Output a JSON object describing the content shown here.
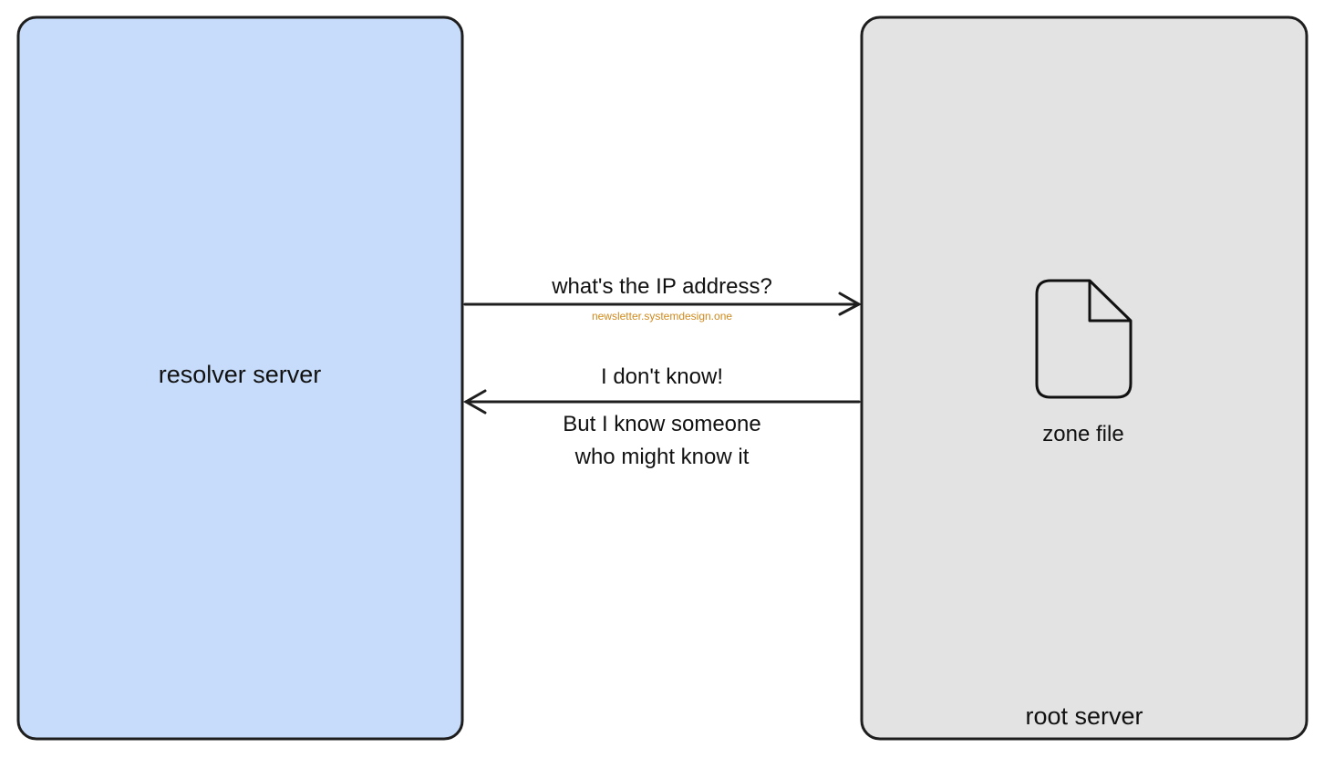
{
  "resolver": {
    "label": "resolver server",
    "fill": "#c7dcfa"
  },
  "root": {
    "label": "root server",
    "fill": "#e3e3e3"
  },
  "zone_file": {
    "label": "zone file",
    "icon": "file-icon"
  },
  "request": {
    "label": "what's the IP address?"
  },
  "response": {
    "line1": "I don't know!",
    "line2": "But I know someone",
    "line3": "who might know it"
  },
  "watermark": {
    "text": "newsletter.systemdesign.one",
    "color": "#d08a1e"
  },
  "stroke_color": "#1e1e1e"
}
